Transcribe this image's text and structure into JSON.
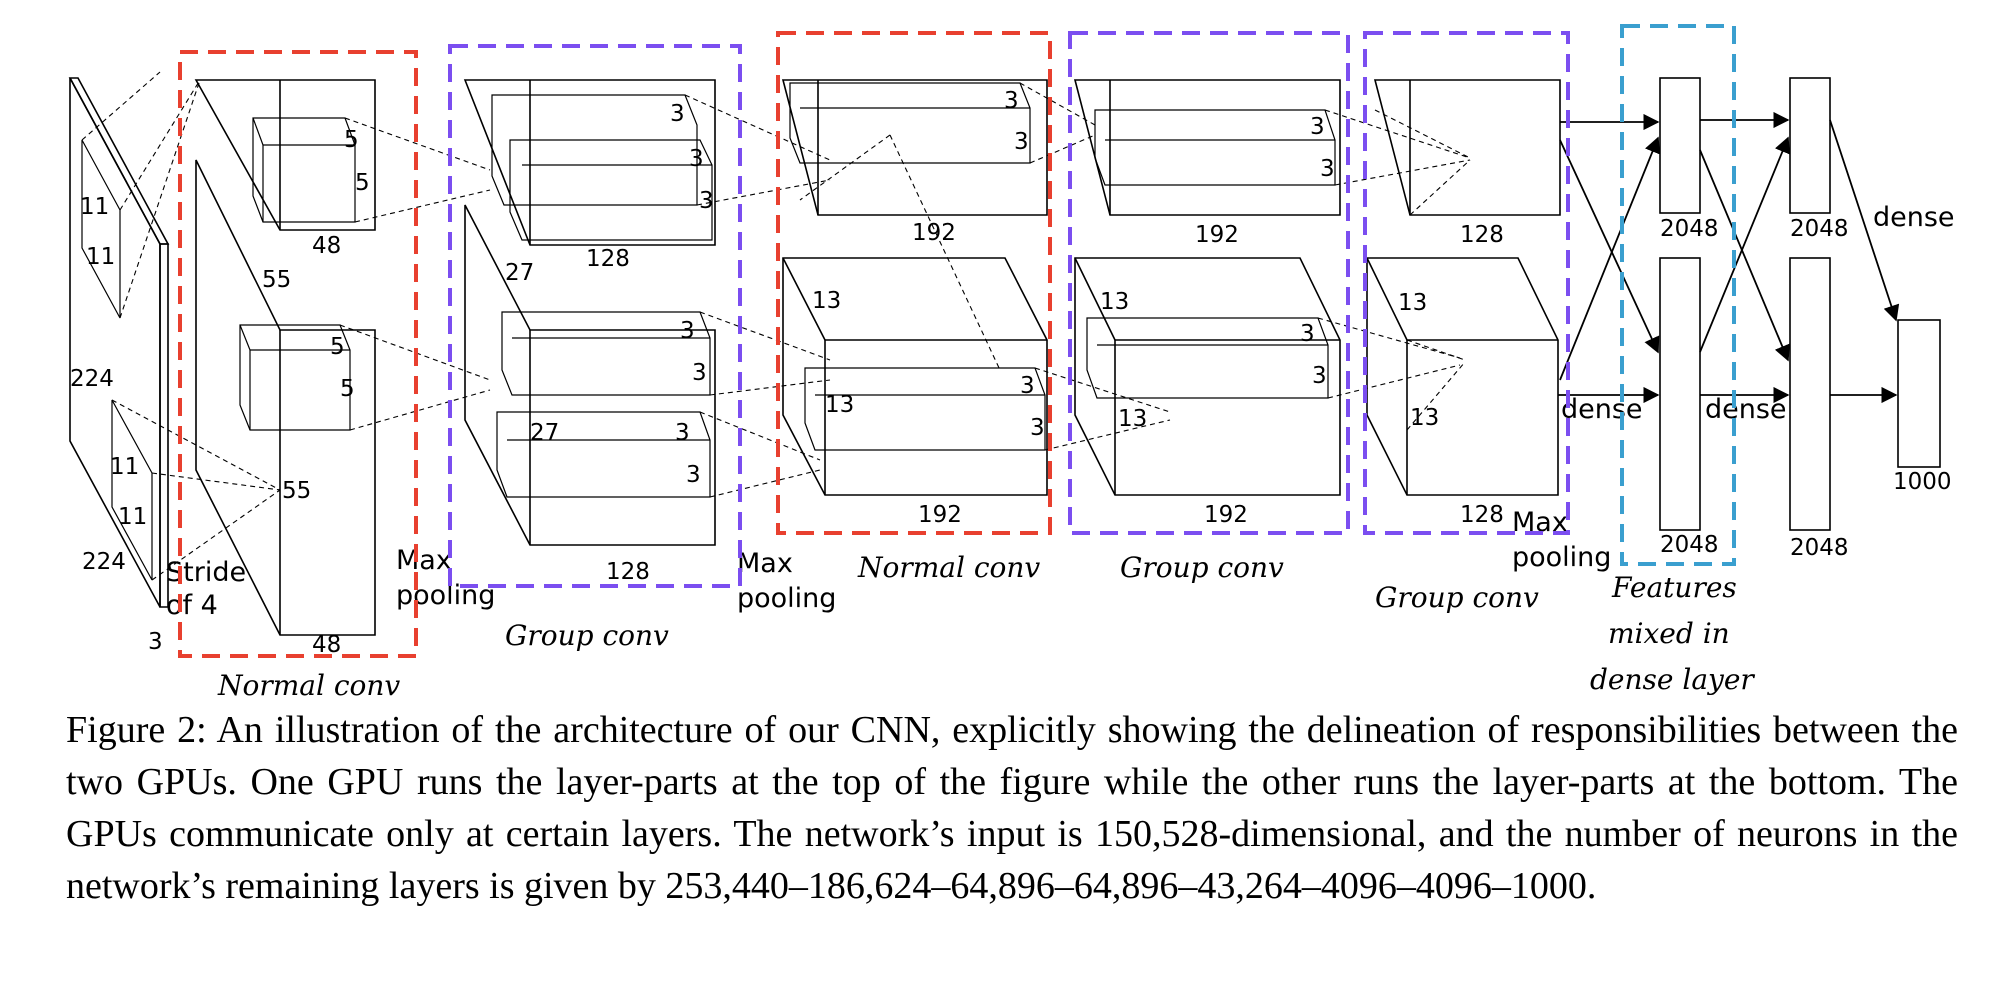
{
  "colors": {
    "normal_conv": "#e8402f",
    "group_conv": "#7b4ef0",
    "features_mixed": "#3a9fcf"
  },
  "labels": {
    "in_11a": "11",
    "in_11b": "11",
    "in_224a": "224",
    "in_11c": "11",
    "in_11d": "11",
    "in_224b": "224",
    "in_3": "3",
    "stride1": "Stride",
    "stride2": "of 4",
    "c1_5a": "5",
    "c1_5b": "5",
    "c1_48a": "48",
    "c1_55a": "55",
    "c1_5c": "5",
    "c1_5d": "5",
    "c1_55b": "55",
    "c1_48b": "48",
    "mp1_1": "Max",
    "mp1_2": "pooling",
    "c2_3a": "3",
    "c2_3b": "3",
    "c2_3c": "3",
    "c2_27a": "27",
    "c2_128a": "128",
    "c2_3d": "3",
    "c2_3e": "3",
    "c2_27b": "27",
    "c2_3f": "3",
    "c2_3g": "3",
    "c2_128b": "128",
    "mp2_1": "Max",
    "mp2_2": "pooling",
    "c3_3a": "3",
    "c3_3b": "3",
    "c3_192a": "192",
    "c3_13a": "13",
    "c3_3c": "3",
    "c3_3d": "3",
    "c3_13b": "13",
    "c3_192b": "192",
    "c4_3a": "3",
    "c4_3b": "3",
    "c4_192a": "192",
    "c4_13a": "13",
    "c4_3c": "3",
    "c4_3d": "3",
    "c4_13b": "13",
    "c4_192b": "192",
    "c5_128a": "128",
    "c5_13a": "13",
    "c5_13b": "13",
    "c5_128b": "128",
    "mp3_1": "Max",
    "mp3_2": "pooling",
    "fc1_2048a": "2048",
    "fc1_2048b": "2048",
    "fc2_2048a": "2048",
    "fc2_2048b": "2048",
    "dense1": "dense",
    "dense2": "dense",
    "dense3": "dense",
    "out_1000": "1000"
  },
  "groups": {
    "normal_conv_1": "Normal conv",
    "group_conv_1": "Group conv",
    "normal_conv_2": "Normal conv",
    "group_conv_2": "Group conv",
    "group_conv_3": "Group conv",
    "features_1": "Features",
    "features_2": "mixed in",
    "features_3": "dense layer"
  },
  "caption": "Figure 2: An illustration of the architecture of our CNN, explicitly showing the delineation of responsibilities between the two GPUs. One GPU runs the layer-parts at the top of the figure while the other runs the layer-parts at the bottom. The GPUs communicate only at certain layers. The network’s input is 150,528-dimensional, and the number of neurons in the network’s remaining layers is given by 253,440–186,624–64,896–64,896–43,264–4096–4096–1000."
}
